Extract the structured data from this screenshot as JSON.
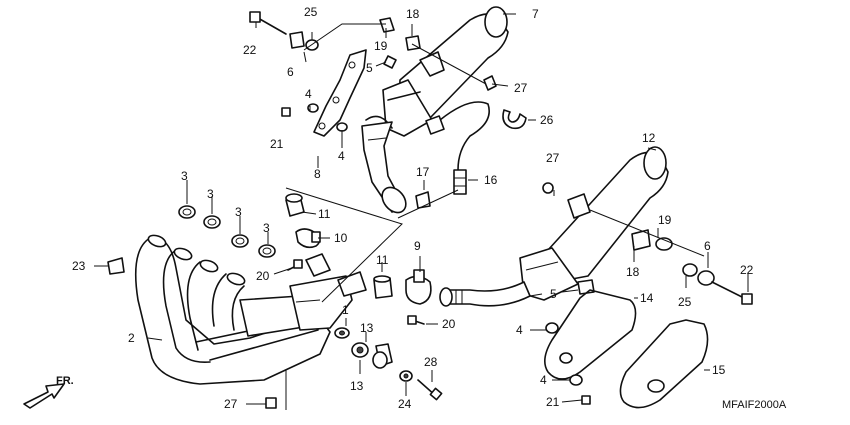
{
  "diagram_code": "MFAIF2000A",
  "direction_label": "FR.",
  "callouts": {
    "c1": "1",
    "c2": "2",
    "c3a": "3",
    "c3b": "3",
    "c3c": "3",
    "c3d": "3",
    "c4a": "4",
    "c4b": "4",
    "c4c": "4",
    "c4d": "4",
    "c5a": "5",
    "c5b": "5",
    "c6a": "6",
    "c6b": "6",
    "c7": "7",
    "c8": "8",
    "c9": "9",
    "c10": "10",
    "c11a": "11",
    "c11b": "11",
    "c12": "12",
    "c13a": "13",
    "c13b": "13",
    "c14": "14",
    "c15": "15",
    "c16": "16",
    "c17": "17",
    "c18a": "18",
    "c18b": "18",
    "c19a": "19",
    "c19b": "19",
    "c20a": "20",
    "c20b": "20",
    "c21a": "21",
    "c21b": "21",
    "c22a": "22",
    "c22b": "22",
    "c23": "23",
    "c24": "24",
    "c25a": "25",
    "c25b": "25",
    "c26": "26",
    "c27a": "27",
    "c27b": "27",
    "c27c": "27",
    "c28": "28"
  }
}
